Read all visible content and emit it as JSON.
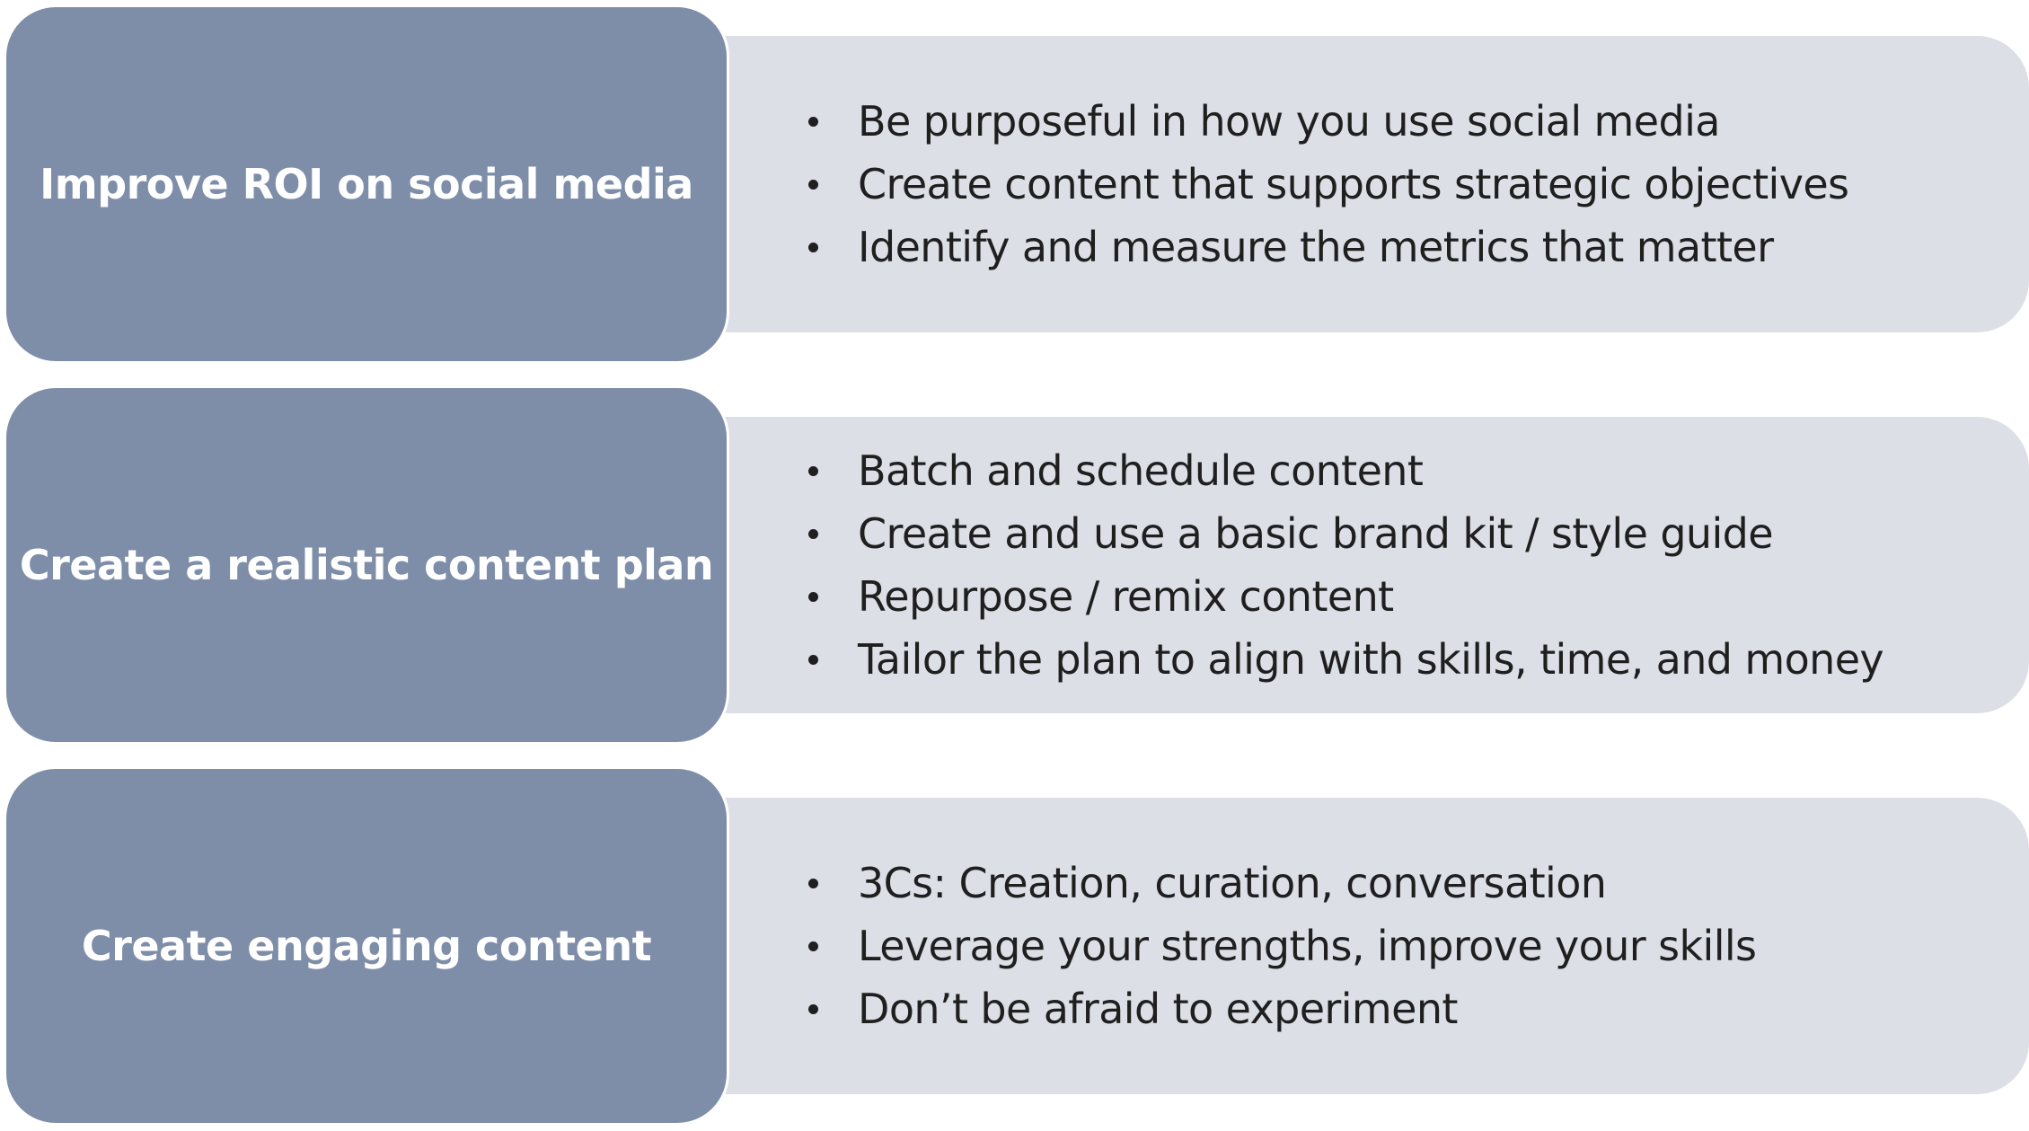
{
  "rows": [
    {
      "label": "Improve ROI on social media",
      "bullets": [
        "Be purposeful in how you use social media",
        "Create content that supports strategic objectives",
        "Identify and measure the metrics that matter"
      ]
    },
    {
      "label": "Create a realistic content plan",
      "bullets": [
        "Batch and schedule content",
        "Create and use a basic brand kit / style guide",
        "Repurpose / remix content",
        "Tailor the plan to align with skills, time, and money"
      ]
    },
    {
      "label": "Create engaging content",
      "bullets": [
        "3Cs: Creation, curation, conversation",
        "Leverage your strengths, improve your skills",
        "Don’t be afraid to experiment"
      ]
    }
  ],
  "colors": {
    "box_fill": "#7e8ea9",
    "panel_fill": "#dcdfe6",
    "label_text": "#ffffff",
    "bullet_text": "#1f1f1f"
  }
}
